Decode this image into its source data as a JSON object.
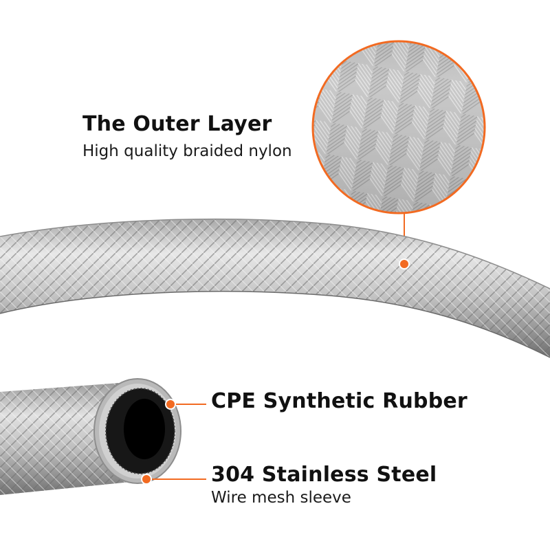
{
  "callouts": {
    "outer_layer": {
      "title": "The Outer Layer",
      "subtitle": "High quality braided nylon"
    },
    "rubber": {
      "title": "CPE Synthetic Rubber"
    },
    "steel": {
      "title": "304 Stainless Steel",
      "subtitle": "Wire mesh sleeve"
    }
  },
  "colors": {
    "accent": "#f26a21",
    "braid_light": "#e6e6e6",
    "braid_mid": "#b5b5b5",
    "braid_dark": "#7d7d7d",
    "rubber": "#111111",
    "background": "#ffffff"
  }
}
